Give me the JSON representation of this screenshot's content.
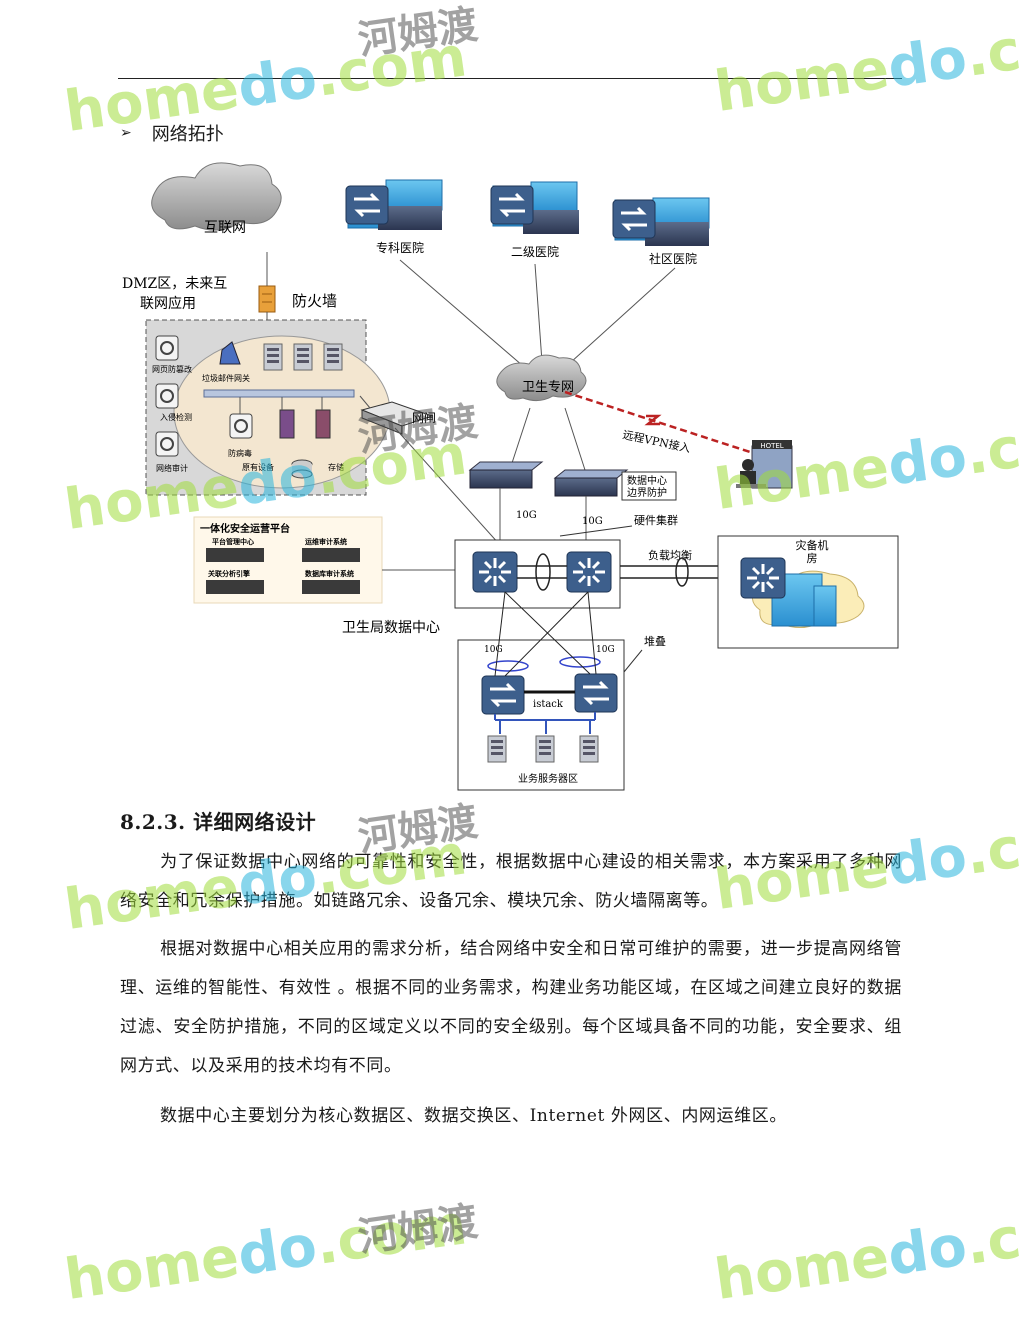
{
  "bullet": {
    "arrow": "➢",
    "text": "网络拓扑"
  },
  "diagram": {
    "internet": "互联网",
    "dmz_label_1": "DMZ区，未来互",
    "dmz_label_2": "联网应用",
    "firewall": "防火墙",
    "hospital_1": "专科医院",
    "hospital_2": "二级医院",
    "hospital_3": "社区医院",
    "health_net": "卫生专网",
    "vpn": "远程VPN接入",
    "hotel": "HOTEL",
    "web_tamper": "网页防篡改",
    "spam_gateway": "垃圾邮件网关",
    "intrusion": "入侵检测",
    "antivirus": "防病毒",
    "net_audit": "网络审计",
    "existing_devices": "原有设备",
    "storage": "存储",
    "gateway": "网闸",
    "boundary_1": "数据中心",
    "boundary_2": "边界防护",
    "link_10g": "10G",
    "hw_cluster": "硬件集群",
    "load_balance": "负载均衡",
    "dr_room_1": "灾备机",
    "dr_room_2": "房",
    "platform_title": "一体化安全运营平台",
    "platform_items": [
      "平台管理中心",
      "运维审计系统",
      "关联分析引擎",
      "数据库审计系统"
    ],
    "dc_label": "卫生局数据中心",
    "stack": "堆叠",
    "istack": "istack",
    "server_zone": "业务服务器区"
  },
  "section": {
    "heading": "8.2.3. 详细网络设计"
  },
  "paragraphs": [
    "为了保证数据中心网络的可靠性和安全性，根据数据中心建设的相关需求，本方案采用了多种网络安全和冗余保护措施。如链路冗余、设备冗余、模块冗余、防火墙隔离等。",
    "根据对数据中心相关应用的需求分析，结合网络中安全和日常可维护的需要，进一步提高网络管理、运维的智能性、有效性 。根据不同的业务需求，构建业务功能区域，在区域之间建立良好的数据过滤、安全防护措施，不同的区域定义以不同的安全级别。每个区域具备不同的功能，安全要求、组网方式、以及采用的技术均有不同。",
    "数据中心主要划分为核心数据区、数据交换区、Internet 外网区、内网运维区。"
  ],
  "watermark": {
    "home": "home",
    "do": "do",
    "com": ".com",
    "cn": "河姆渡"
  }
}
